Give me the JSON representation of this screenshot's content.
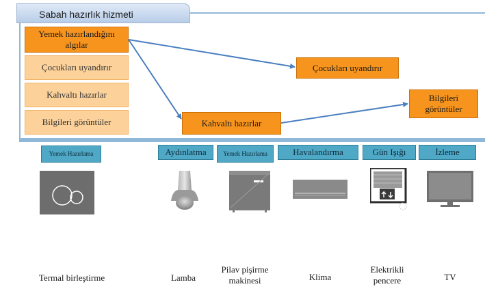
{
  "panel": {
    "title": "Sabah hazırlık hizmeti",
    "left_steps": [
      {
        "label": "Yemek hazırlandığını algılar",
        "state": "active"
      },
      {
        "label": "Çocukları uyandırır",
        "state": "inactive"
      },
      {
        "label": "Kahvaltı hazırlar",
        "state": "inactive"
      },
      {
        "label": "Bilgileri görüntüler",
        "state": "inactive"
      }
    ],
    "flow_steps": [
      {
        "label": "Çocukları uyandırır"
      },
      {
        "label": "Kahvaltı hazırlar"
      },
      {
        "label": "Bilgileri görüntüler"
      }
    ]
  },
  "devices": {
    "tags": [
      {
        "label": "Yemek Hazırlama"
      },
      {
        "label": "Aydınlatma"
      },
      {
        "label": "Yemek Hazırlama"
      },
      {
        "label": "Havalandırma"
      },
      {
        "label": "Gün Işığı"
      },
      {
        "label": "İzleme"
      }
    ],
    "labels": [
      {
        "label": "Termal birleştirme"
      },
      {
        "label": "Lamba"
      },
      {
        "label": "Pilav pişirme makinesi"
      },
      {
        "label": "Klima"
      },
      {
        "label": "Elektrikli pencere"
      },
      {
        "label": "TV"
      }
    ],
    "icons": [
      "cooktop-icon",
      "lamp-icon",
      "rice-cooker-icon",
      "air-conditioner-icon",
      "electric-window-icon",
      "tv-icon"
    ]
  },
  "colors": {
    "active_step": "#f7941d",
    "inactive_step": "#fcd19a",
    "tag": "#4fa8c5",
    "arrow": "#4a7fc0",
    "panel_border": "#8fb7d8"
  }
}
